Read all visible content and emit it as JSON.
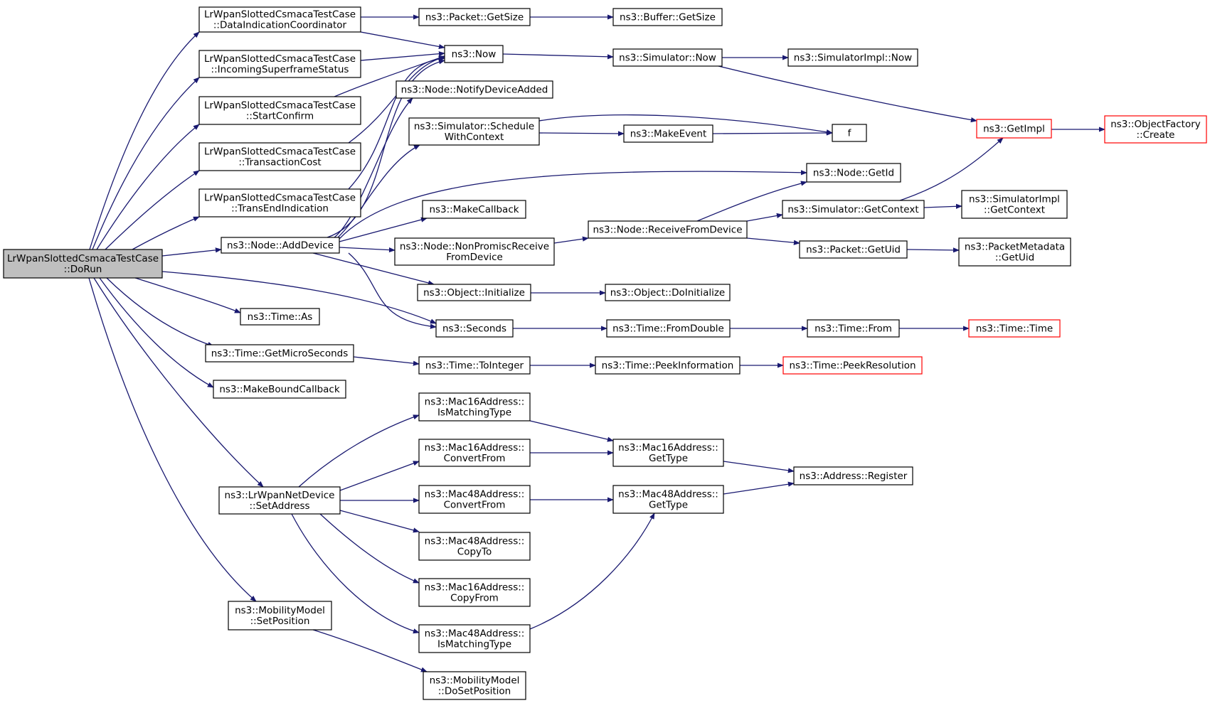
{
  "colors": {
    "edge": "#191970",
    "node_border": "#000000",
    "truncated_border": "#ff0000",
    "root_fill": "#bfbfbf"
  },
  "nodes": [
    {
      "id": "dorun",
      "lines": [
        "LrWpanSlottedCsmacaTestCase",
        "::DoRun"
      ],
      "root": true
    },
    {
      "id": "dataind",
      "lines": [
        "LrWpanSlottedCsmacaTestCase",
        "::DataIndicationCoordinator"
      ]
    },
    {
      "id": "incoming",
      "lines": [
        "LrWpanSlottedCsmacaTestCase",
        "::IncomingSuperframeStatus"
      ]
    },
    {
      "id": "startconfirm",
      "lines": [
        "LrWpanSlottedCsmacaTestCase",
        "::StartConfirm"
      ]
    },
    {
      "id": "transcost",
      "lines": [
        "LrWpanSlottedCsmacaTestCase",
        "::TransactionCost"
      ]
    },
    {
      "id": "transend",
      "lines": [
        "LrWpanSlottedCsmacaTestCase",
        "::TransEndIndication"
      ]
    },
    {
      "id": "adddevice",
      "lines": [
        "ns3::Node::AddDevice"
      ]
    },
    {
      "id": "timeas",
      "lines": [
        "ns3::Time::As"
      ]
    },
    {
      "id": "getmicro",
      "lines": [
        "ns3::Time::GetMicroSeconds"
      ]
    },
    {
      "id": "makebound",
      "lines": [
        "ns3::MakeBoundCallback"
      ]
    },
    {
      "id": "setaddress",
      "lines": [
        "ns3::LrWpanNetDevice",
        "::SetAddress"
      ]
    },
    {
      "id": "setposition",
      "lines": [
        "ns3::MobilityModel",
        "::SetPosition"
      ]
    },
    {
      "id": "pktgetsize",
      "lines": [
        "ns3::Packet::GetSize"
      ]
    },
    {
      "id": "now",
      "lines": [
        "ns3::Now"
      ]
    },
    {
      "id": "notifydev",
      "lines": [
        "ns3::Node::NotifyDeviceAdded"
      ]
    },
    {
      "id": "schedule",
      "lines": [
        "ns3::Simulator::Schedule",
        "WithContext"
      ]
    },
    {
      "id": "makecallback",
      "lines": [
        "ns3::MakeCallback"
      ]
    },
    {
      "id": "nonpromisc",
      "lines": [
        "ns3::Node::NonPromiscReceive",
        "FromDevice"
      ]
    },
    {
      "id": "initialize",
      "lines": [
        "ns3::Object::Initialize"
      ]
    },
    {
      "id": "seconds",
      "lines": [
        "ns3::Seconds"
      ]
    },
    {
      "id": "tointeger",
      "lines": [
        "ns3::Time::ToInteger"
      ]
    },
    {
      "id": "m16ismatch",
      "lines": [
        "ns3::Mac16Address::",
        "IsMatchingType"
      ]
    },
    {
      "id": "m16convert",
      "lines": [
        "ns3::Mac16Address::",
        "ConvertFrom"
      ]
    },
    {
      "id": "m48convert",
      "lines": [
        "ns3::Mac48Address::",
        "ConvertFrom"
      ]
    },
    {
      "id": "m48copyto",
      "lines": [
        "ns3::Mac48Address::",
        "CopyTo"
      ]
    },
    {
      "id": "m16copyfrom",
      "lines": [
        "ns3::Mac16Address::",
        "CopyFrom"
      ]
    },
    {
      "id": "m48ismatch",
      "lines": [
        "ns3::Mac48Address::",
        "IsMatchingType"
      ]
    },
    {
      "id": "dosetpos",
      "lines": [
        "ns3::MobilityModel",
        "::DoSetPosition"
      ]
    },
    {
      "id": "bufgetsize",
      "lines": [
        "ns3::Buffer::GetSize"
      ]
    },
    {
      "id": "simnow",
      "lines": [
        "ns3::Simulator::Now"
      ]
    },
    {
      "id": "makeevent",
      "lines": [
        "ns3::MakeEvent"
      ]
    },
    {
      "id": "receivefrom",
      "lines": [
        "ns3::Node::ReceiveFromDevice"
      ]
    },
    {
      "id": "doinit",
      "lines": [
        "ns3::Object::DoInitialize"
      ]
    },
    {
      "id": "fromdouble",
      "lines": [
        "ns3::Time::FromDouble"
      ]
    },
    {
      "id": "peekinfo",
      "lines": [
        "ns3::Time::PeekInformation"
      ]
    },
    {
      "id": "m16gettype",
      "lines": [
        "ns3::Mac16Address::",
        "GetType"
      ]
    },
    {
      "id": "m48gettype",
      "lines": [
        "ns3::Mac48Address::",
        "GetType"
      ]
    },
    {
      "id": "simimplnow",
      "lines": [
        "ns3::SimulatorImpl::Now"
      ]
    },
    {
      "id": "f",
      "lines": [
        "f"
      ]
    },
    {
      "id": "nodegetid",
      "lines": [
        "ns3::Node::GetId"
      ]
    },
    {
      "id": "simgetctx",
      "lines": [
        "ns3::Simulator::GetContext"
      ]
    },
    {
      "id": "pktgetuid",
      "lines": [
        "ns3::Packet::GetUid"
      ]
    },
    {
      "id": "timefrom",
      "lines": [
        "ns3::Time::From"
      ]
    },
    {
      "id": "peekres",
      "lines": [
        "ns3::Time::PeekResolution"
      ],
      "truncated": true
    },
    {
      "id": "addrregister",
      "lines": [
        "ns3::Address::Register"
      ]
    },
    {
      "id": "getimpl",
      "lines": [
        "ns3::GetImpl"
      ],
      "truncated": true
    },
    {
      "id": "simimplctx",
      "lines": [
        "ns3::SimulatorImpl",
        "::GetContext"
      ]
    },
    {
      "id": "pktmetauid",
      "lines": [
        "ns3::PacketMetadata",
        "::GetUid"
      ]
    },
    {
      "id": "timetime",
      "lines": [
        "ns3::Time::Time"
      ],
      "truncated": true
    },
    {
      "id": "objfactory",
      "lines": [
        "ns3::ObjectFactory",
        "::Create"
      ],
      "truncated": true
    }
  ],
  "edges": [
    [
      "dorun",
      "dataind"
    ],
    [
      "dorun",
      "incoming"
    ],
    [
      "dorun",
      "startconfirm"
    ],
    [
      "dorun",
      "transcost"
    ],
    [
      "dorun",
      "transend"
    ],
    [
      "dorun",
      "adddevice"
    ],
    [
      "dorun",
      "seconds"
    ],
    [
      "dorun",
      "timeas"
    ],
    [
      "dorun",
      "getmicro"
    ],
    [
      "dorun",
      "makebound"
    ],
    [
      "dorun",
      "setaddress"
    ],
    [
      "dorun",
      "setposition"
    ],
    [
      "dataind",
      "pktgetsize"
    ],
    [
      "dataind",
      "now"
    ],
    [
      "incoming",
      "now"
    ],
    [
      "startconfirm",
      "now"
    ],
    [
      "transcost",
      "now"
    ],
    [
      "transend",
      "now"
    ],
    [
      "adddevice",
      "now"
    ],
    [
      "adddevice",
      "notifydev"
    ],
    [
      "adddevice",
      "schedule"
    ],
    [
      "adddevice",
      "nodegetid"
    ],
    [
      "adddevice",
      "makecallback"
    ],
    [
      "adddevice",
      "nonpromisc"
    ],
    [
      "adddevice",
      "initialize"
    ],
    [
      "adddevice",
      "seconds"
    ],
    [
      "getmicro",
      "tointeger"
    ],
    [
      "setaddress",
      "m16ismatch"
    ],
    [
      "setaddress",
      "m16convert"
    ],
    [
      "setaddress",
      "m48convert"
    ],
    [
      "setaddress",
      "m48copyto"
    ],
    [
      "setaddress",
      "m16copyfrom"
    ],
    [
      "setaddress",
      "m48ismatch"
    ],
    [
      "setposition",
      "dosetpos"
    ],
    [
      "pktgetsize",
      "bufgetsize"
    ],
    [
      "now",
      "simnow"
    ],
    [
      "simnow",
      "simimplnow"
    ],
    [
      "simnow",
      "getimpl"
    ],
    [
      "schedule",
      "f"
    ],
    [
      "schedule",
      "makeevent"
    ],
    [
      "makeevent",
      "f"
    ],
    [
      "nonpromisc",
      "receivefrom"
    ],
    [
      "receivefrom",
      "nodegetid"
    ],
    [
      "receivefrom",
      "simgetctx"
    ],
    [
      "receivefrom",
      "pktgetuid"
    ],
    [
      "simgetctx",
      "getimpl"
    ],
    [
      "simgetctx",
      "simimplctx"
    ],
    [
      "pktgetuid",
      "pktmetauid"
    ],
    [
      "getimpl",
      "objfactory"
    ],
    [
      "initialize",
      "doinit"
    ],
    [
      "seconds",
      "fromdouble"
    ],
    [
      "fromdouble",
      "timefrom"
    ],
    [
      "timefrom",
      "timetime"
    ],
    [
      "tointeger",
      "peekinfo"
    ],
    [
      "peekinfo",
      "peekres"
    ],
    [
      "m16ismatch",
      "m16gettype"
    ],
    [
      "m16convert",
      "m16gettype"
    ],
    [
      "m48convert",
      "m48gettype"
    ],
    [
      "m48ismatch",
      "m48gettype"
    ],
    [
      "m16gettype",
      "addrregister"
    ],
    [
      "m48gettype",
      "addrregister"
    ]
  ]
}
